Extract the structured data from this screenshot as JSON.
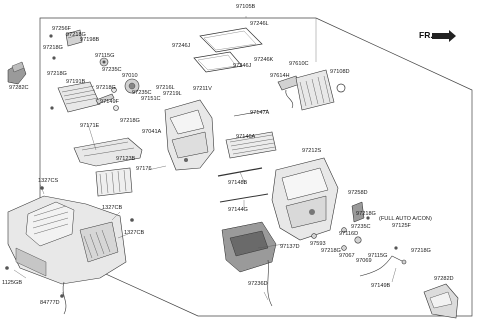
{
  "direction_label": "FR.",
  "labels": {
    "p97105B": "97105B",
    "p97256F": "97256F",
    "p97218G_a": "97218G",
    "p97198B": "97198B",
    "p97218G_b": "97218G",
    "p97115G": "97115G",
    "p97235C_a": "97235C",
    "p97218G_c": "97218G",
    "p97191B": "97191B",
    "p97282C": "97282C",
    "p97010": "97010",
    "p97218G_d": "97218G",
    "p97235C_b": "97235C",
    "p97149F": "97149F",
    "p97151C": "97151C",
    "p97216L": "97216L",
    "p97219L": "97219L",
    "p97211V": "97211V",
    "p97218G_e": "97218G",
    "p97041A": "97041A",
    "p97171E": "97171E",
    "p97123B": "97123B",
    "p97176": "97176",
    "p97246L": "97246L",
    "p97246J_a": "97246J",
    "p97246K": "97246K",
    "p97246J_b": "97246J",
    "p97610C": "97610C",
    "p97614H": "97614H",
    "p97108D": "97108D",
    "p97147A": "97147A",
    "p97146A": "97146A",
    "p97148B": "97148B",
    "p97144G": "97144G",
    "p97212S": "97212S",
    "p97258D": "97258D",
    "p97218G_f": "97218G",
    "p97235C_c": "97235C",
    "p97116D": "97116D",
    "p97593": "97593",
    "p97218G_g": "97218G",
    "p97067": "97067",
    "p97069": "97069",
    "p97115G_b": "97115G",
    "p97137D": "97137D",
    "p97236D": "97236D",
    "p97149B": "97149B",
    "p97218G_h": "97218G",
    "p97282D": "97282D",
    "p97125F": "97125F",
    "full_auto": "(FULL AUTO A/CON)",
    "p1327CS": "1327CS",
    "p1327CB_a": "1327CB",
    "p1327CB_b": "1327CB",
    "p1125GB": "1125GB",
    "p84777D": "84777D"
  }
}
